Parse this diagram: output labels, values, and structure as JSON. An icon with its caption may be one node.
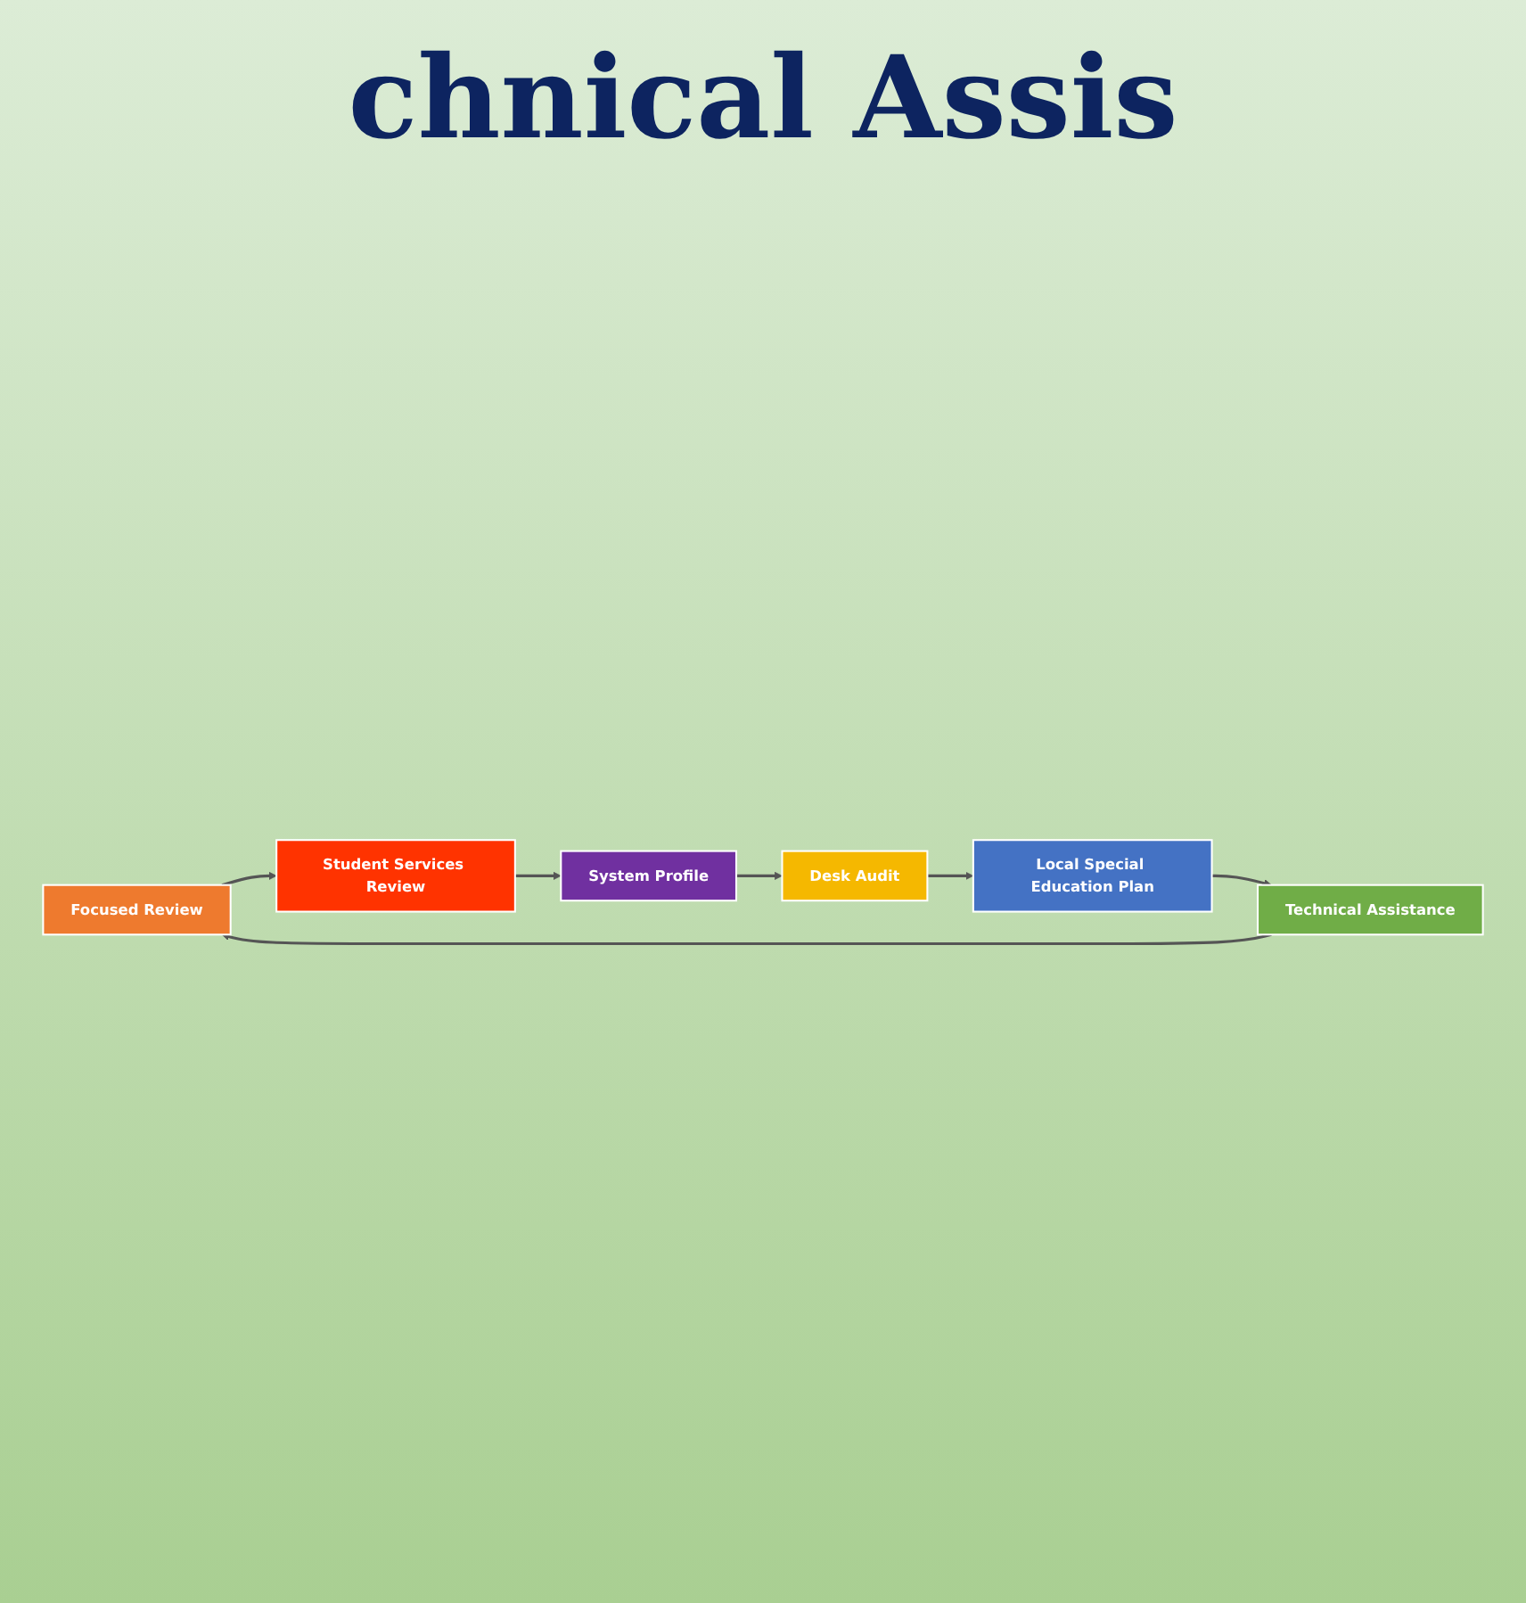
{
  "diagram": {
    "nodes": [
      {
        "text": [
          "Focused Review"
        ]
      },
      {
        "text": [
          "Student Services Review"
        ]
      },
      {
        "text": [
          "System Profile"
        ]
      },
      {
        "text": [
          "Desk Audit"
        ]
      },
      {
        "text": [
          "Local Special Education Plan"
        ]
      },
      {
        "text": [
          "Technical Assistance"
        ]
      }
    ],
    "edges": [
      {
        "from": 0,
        "to": 1,
        "arrow": "to"
      },
      {
        "from": 1,
        "to": 2,
        "arrow": "to"
      },
      {
        "from": 2,
        "to": 3,
        "arrow": "to"
      },
      {
        "from": 3,
        "to": 4,
        "arrow": "to"
      },
      {
        "from": 4,
        "to": 5,
        "arrow": "to"
      },
      {
        "from": 5,
        "to": 0,
        "arrow": "to"
      }
    ],
    "labels": [
      "chnical Assis"
    ]
  }
}
